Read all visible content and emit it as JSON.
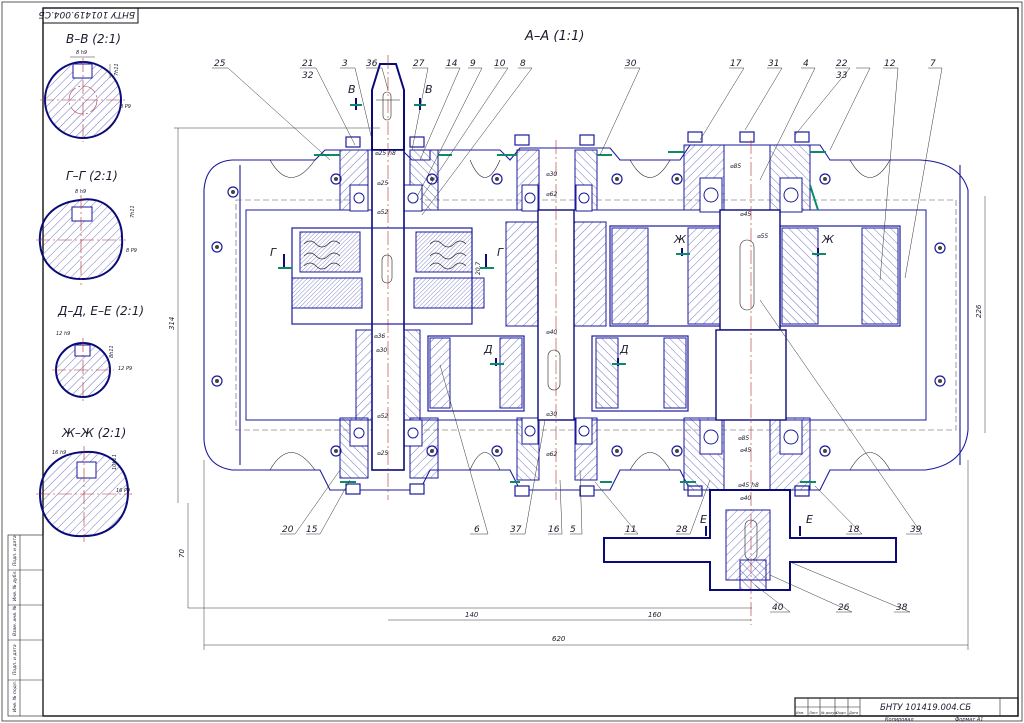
{
  "sheet": {
    "doc_code_rotated": "БНТУ 101419.004.СБ",
    "main_view_title": "А–А (1:1)",
    "title_block_code": "БНТУ 101419.004.СБ",
    "title_block_bottom_left": "Копировал",
    "title_block_bottom_right": "Формат  А1",
    "left_strip_labels": [
      "Инв. № подл.",
      "Подп. и дата",
      "Взам. инв. №",
      "Инв. № дубл.",
      "Подп. и дата"
    ],
    "small_block_labels": [
      "Изм.",
      "Лист",
      "№ докум.",
      "Подп.",
      "Дата"
    ]
  },
  "sections": [
    {
      "id": "vv",
      "title": "В–В (2:1)",
      "dims": [
        "8 h9",
        "7h11",
        "8 P9"
      ]
    },
    {
      "id": "gg",
      "title": "Г–Г (2:1)",
      "dims": [
        "8 h9",
        "7h11",
        "8 P9"
      ]
    },
    {
      "id": "dd",
      "title": "Д–Д, Е–Е (2:1)",
      "dims": [
        "12 h9",
        "8h11",
        "12 P9"
      ]
    },
    {
      "id": "zz",
      "title": "Ж–Ж (2:1)",
      "dims": [
        "16 h9",
        "10h11",
        "16 P9"
      ]
    }
  ],
  "callouts_top": [
    "25",
    "21",
    "32",
    "3",
    "36",
    "27",
    "14",
    "9",
    "10",
    "8",
    "30",
    "17",
    "31",
    "4",
    "22",
    "33",
    "12",
    "7"
  ],
  "callouts_bottom": [
    "20",
    "15",
    "6",
    "37",
    "16",
    "5",
    "11",
    "28",
    "18",
    "39",
    "40",
    "26",
    "38"
  ],
  "section_letters": {
    "v": "В",
    "g": "Г",
    "d": "Д",
    "e": "Е",
    "zh": "Ж"
  },
  "dimensions": {
    "d25_h8": "⌀25 h8",
    "d25": "⌀25",
    "d52_top": "⌀52",
    "d52_bot": "⌀52",
    "d36": "⌀36",
    "d30_a": "⌀30",
    "d25_bot": "⌀25",
    "d30_top": "⌀30",
    "d62_top": "⌀62",
    "d40": "⌀40",
    "d30_bot": "⌀30",
    "d62_bot": "⌀62",
    "d85_top": "⌀85",
    "d45_top": "⌀45",
    "d55": "⌀55",
    "d85_bot": "⌀85",
    "d45_bot": "⌀45",
    "d45_h8": "⌀45 h8",
    "d40_bot": "⌀40",
    "len_314": "314",
    "len_226": "226",
    "len_70": "70",
    "len_140": "140",
    "len_160": "160",
    "len_620": "620",
    "len_207": "20,7"
  }
}
